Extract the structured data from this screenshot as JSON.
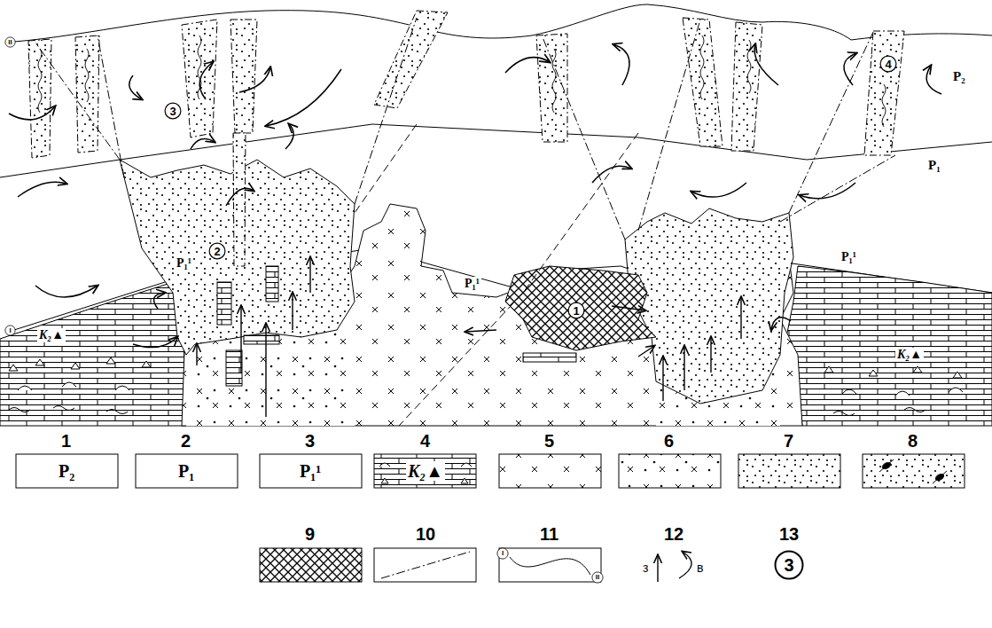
{
  "diagram": {
    "nodes": [
      {
        "text": [
          "1"
        ]
      },
      {
        "text": [
          "2"
        ]
      },
      {
        "text": [
          "3"
        ]
      },
      {
        "text": [
          "4"
        ]
      },
      {
        "text": [
          "I"
        ]
      },
      {
        "text": [
          "II"
        ]
      },
      {
        "text": [
          "I"
        ]
      },
      {
        "text": [
          "II"
        ]
      },
      {
        "text": [
          "3"
        ]
      }
    ],
    "labels": [
      "P₂",
      "P₁",
      "P₁¹",
      "P₁¹",
      "P₁¹",
      "K₂▲",
      "K₂▲",
      "P₂",
      "P₁",
      "P₁¹",
      "K₂▲",
      "з",
      "в"
    ],
    "legend": [
      {
        "text": "1"
      },
      {
        "text": "2"
      },
      {
        "text": "3"
      },
      {
        "text": "4"
      },
      {
        "text": "5"
      },
      {
        "text": "6"
      },
      {
        "text": "7"
      },
      {
        "text": "8"
      },
      {
        "text": "9"
      },
      {
        "text": "10"
      },
      {
        "text": "11"
      },
      {
        "text": "12"
      },
      {
        "text": "13"
      }
    ]
  }
}
